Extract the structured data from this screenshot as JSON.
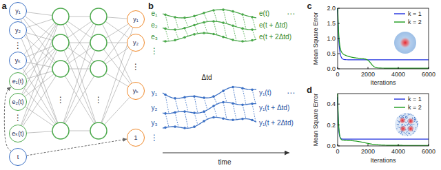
{
  "diagram": {
    "nodes": [
      {
        "text": [
          "y₁"
        ]
      },
      {
        "text": [
          "y₂"
        ]
      },
      {
        "text": [
          "yₖ"
        ]
      },
      {
        "text": [
          "e₁(t)"
        ]
      },
      {
        "text": [
          "e₂(t)"
        ]
      },
      {
        "text": [
          "eₖ(t)"
        ]
      },
      {
        "text": [
          "t"
        ]
      },
      {
        "text": [
          "y₁"
        ]
      },
      {
        "text": [
          "y₂"
        ]
      },
      {
        "text": [
          "yₖ"
        ]
      },
      {
        "text": [
          "1"
        ]
      }
    ],
    "edges": [
      {
        "from": 6,
        "to": 10,
        "arrow": "to"
      },
      {
        "from": 6,
        "to": 3,
        "arrow": "to"
      }
    ],
    "labels": [
      "a",
      "⋮",
      "⋮",
      "⋮",
      "⋮",
      "⋮",
      "b",
      "e₁",
      "e₂",
      "e₃",
      "⋮",
      "e(t)",
      "e(t + Δtd)",
      "e(t + 2Δtd)",
      "⋯",
      "y₁",
      "y₂",
      "y₃",
      "⋮",
      "Δtd",
      "y₁(t)",
      "y₁(t + Δtd)",
      "y₁(t + 2Δtd)",
      "⋯",
      "time",
      "c",
      "Mean Square Error",
      "0.0",
      "0.5",
      "1.0",
      "1.5",
      "2.0",
      "0",
      "2000",
      "4000",
      "6000",
      "Iterations",
      "d",
      "Mean Square Error",
      "0.0",
      "0.2",
      "0.4",
      "0",
      "2000",
      "4000",
      "6000",
      "Iterations"
    ],
    "legend": [
      {
        "text": "k = 1"
      },
      {
        "text": "k = 2"
      },
      {
        "text": "k = 1"
      },
      {
        "text": "k = 2"
      }
    ]
  }
}
